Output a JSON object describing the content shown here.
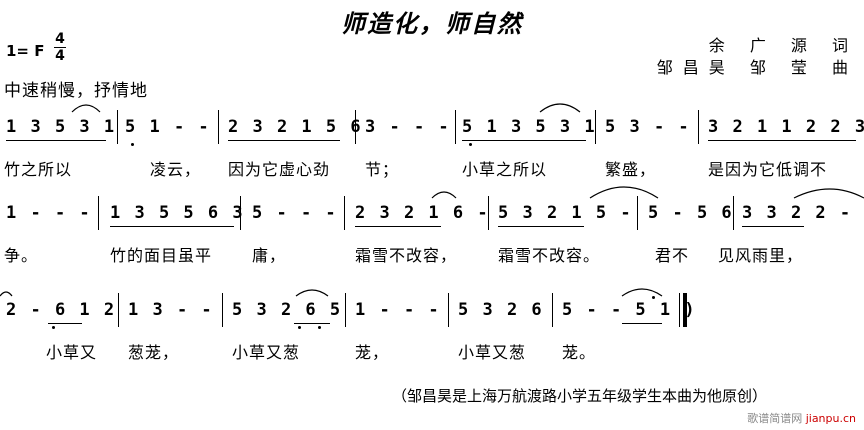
{
  "title": "师造化，师自然",
  "key": "1= F",
  "time_signature": {
    "top": "4",
    "bottom": "4"
  },
  "credits": {
    "lyricist": "余 广 源 词",
    "composer": "邹昌昊 邹 莹 曲"
  },
  "tempo": "中速稍慢，抒情地",
  "rows": [
    {
      "notes": [
        "1 3 5 3 1",
        "5 1 - -",
        "2 3 2 1 5 6",
        "3 - - -",
        "5 1 3 5 3 1",
        "5 3 - -",
        "3 2 1 1 2 2 3"
      ],
      "lyrics": [
        "竹之所以",
        "凌云，",
        "因为它虚心劲",
        "节；",
        "小草之所以",
        "繁盛，",
        "是因为它低调不"
      ]
    },
    {
      "notes": [
        "1 - - -",
        "1 3 5 5 6 3",
        "5 - - -",
        "2 3 2 1 6 -",
        "5 3 2 1 5 -",
        "5 - 5 6",
        "3 3 2 2 -"
      ],
      "lyrics": [
        "争。",
        "竹的面目虽平",
        "庸，",
        "霜雪不改容，",
        "霜雪不改容。",
        "君不",
        "见风雨里，"
      ]
    },
    {
      "notes": [
        "2 - 6 1 2",
        "1 3 - -",
        "5 3 2 6 5",
        "1 - - -",
        "5 3 2 6",
        "5 - - 5 1 )"
      ],
      "lyrics": [
        "小草又",
        "葱茏，",
        "小草又葱",
        "茏，",
        "小草又葱",
        "茏。"
      ]
    }
  ],
  "footnote": "（邹昌昊是上海万航渡路小学五年级学生本曲为他原创）",
  "watermark": {
    "site": "歌谱简谱网",
    "url": "jianpu.cn"
  }
}
